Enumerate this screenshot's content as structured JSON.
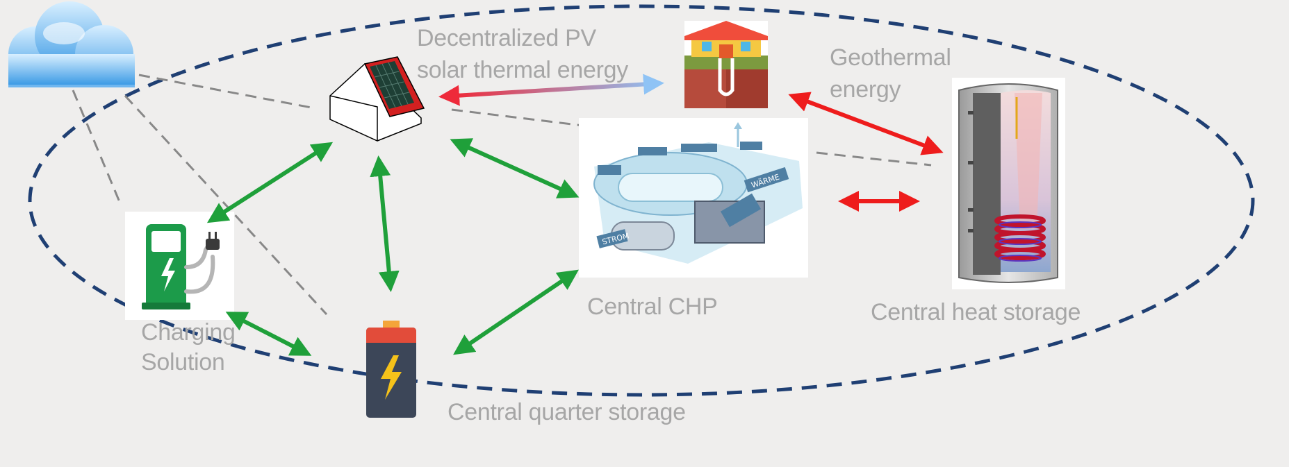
{
  "labels": {
    "pv_line1": "Decentralized PV",
    "pv_line2": "solar thermal energy",
    "geo_line1": "Geothermal",
    "geo_line2": "energy",
    "chp": "Central CHP",
    "heat_storage": "Central heat storage",
    "charging_line1": "Charging",
    "charging_line2": "Solution",
    "quarter_storage": "Central quarter storage"
  },
  "chp_image_tags": [
    "STROM",
    "WÄRME"
  ],
  "colors": {
    "background": "#efeeed",
    "label_text": "#a6a6a6",
    "boundary": "#1f3f73",
    "connection_green": "#1fa03a",
    "connection_red": "#ee1c1c",
    "data_link": "#888888"
  },
  "icons": [
    "cloud-icon",
    "house-solar-icon",
    "geothermal-icon",
    "chp-unit-image",
    "heat-storage-tank-image",
    "charging-station-icon",
    "battery-icon"
  ]
}
